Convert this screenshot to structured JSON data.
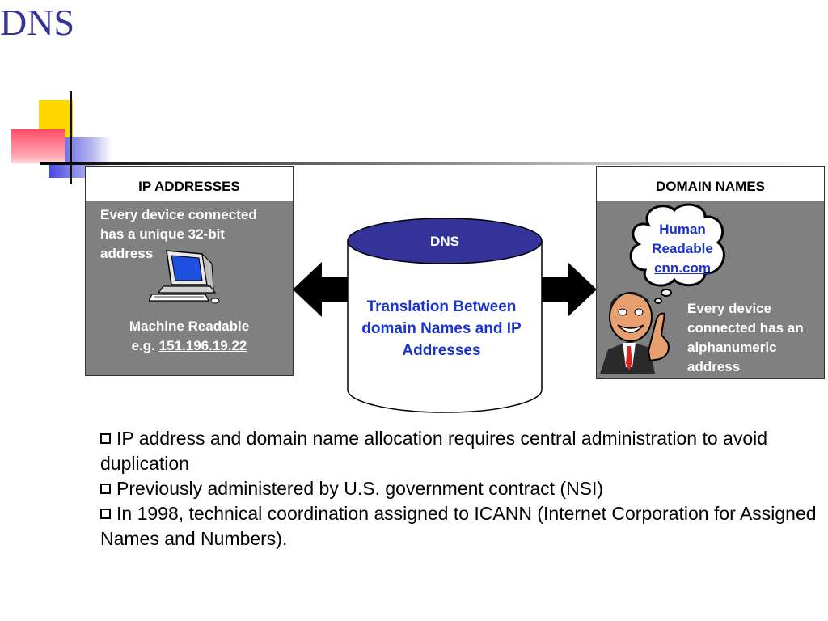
{
  "slide": {
    "title": "DNS"
  },
  "ip_box": {
    "header": "IP ADDRESSES",
    "description_lines": [
      "Every device connected",
      "has a unique 32-bit",
      "address"
    ],
    "readable_label": "Machine Readable",
    "example_prefix": "e.g.",
    "example_value": "151.196.19.22"
  },
  "dns_cylinder": {
    "label": "DNS",
    "caption_lines": [
      "Translation Between",
      "domain Names and IP",
      "Addresses"
    ]
  },
  "domain_box": {
    "header": "DOMAIN NAMES",
    "thought_lines": [
      "Human",
      "Readable"
    ],
    "thought_example": "cnn.com",
    "description_lines": [
      "Every device",
      "connected has an",
      "alphanumeric",
      "address"
    ]
  },
  "bullets": [
    "IP address and domain name allocation requires central administration to avoid duplication",
    "Previously administered by U.S. government contract (NSI)",
    "In 1998, technical coordination assigned to ICANN (Internet Corporation for Assigned Names and Numbers)."
  ],
  "colors": {
    "title": "#33339a",
    "box_fill": "#808080",
    "cylinder_top": "#33339a",
    "caption_blue": "#1a33cc"
  }
}
